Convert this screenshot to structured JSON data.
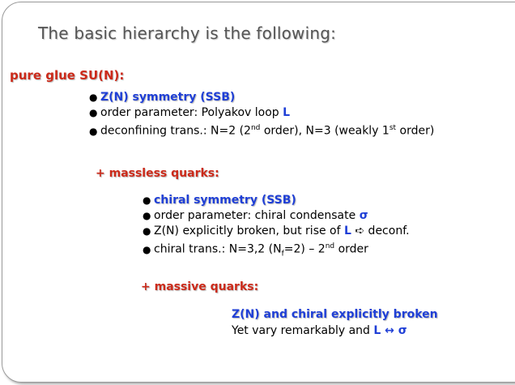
{
  "slide": {
    "title": "The basic hierarchy is the following:",
    "section": "pure glue SU(N):",
    "glue_bullets": {
      "b1": "Z(N) symmetry (SSB)",
      "b2_text": "order parameter: Polyakov loop ",
      "b2_symbol": "L",
      "b3_a": "deconfining trans.: N=2 (2",
      "b3_sup1": "nd",
      "b3_b": " order), N=3 (weakly 1",
      "b3_sup2": "st",
      "b3_c": " order)"
    },
    "massless": {
      "heading": "+ massless quarks:",
      "b1": "chiral symmetry (SSB)",
      "b2_text": "order parameter: chiral condensate ",
      "b2_symbol": "σ",
      "b3_a": "Z(N) explicitly broken, but rise of ",
      "b3_symbol": "L",
      "b3_arrow": "➪",
      "b3_b": " deconf.",
      "b4_a": "chiral trans.: N=3,2 (N",
      "b4_sub": "f",
      "b4_b": "=2) – 2",
      "b4_sup": "nd",
      "b4_c": " order"
    },
    "massive": {
      "heading": "+ massive quarks:",
      "line1": "Z(N) and chiral explicitly broken",
      "line2_text": "Yet  vary remarkably and ",
      "line2_L": "L",
      "line2_arrow": " ↔ ",
      "line2_sigma": "σ"
    },
    "bullet_glyph": "●"
  }
}
